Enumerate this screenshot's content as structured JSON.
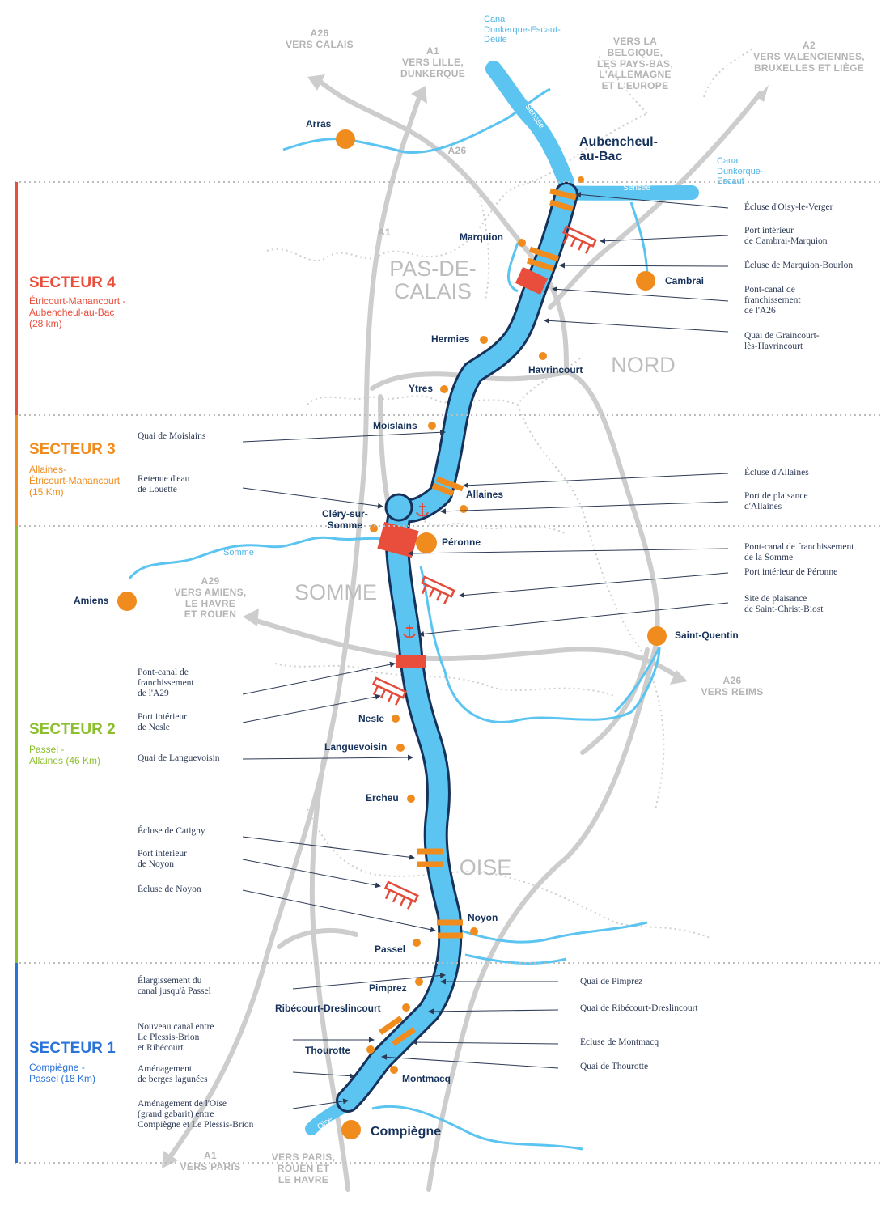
{
  "colors": {
    "canal": "#5bc4f1",
    "canal_outline": "#16325b",
    "road": "#c8c8c8",
    "town": "#f08c1e",
    "port": "#e34b3b",
    "secteur4": "#e94e3c",
    "secteur3": "#f08c1e",
    "secteur2": "#8cbf2e",
    "secteur1": "#2a73d9"
  },
  "sectors": [
    {
      "title": "SECTEUR 4",
      "subtitle": "Étricourt-Manancourt -\nAubencheul-au-Bac\n(28 km)",
      "color": "#e94e3c"
    },
    {
      "title": "SECTEUR 3",
      "subtitle": "Allaines-\nÉtricourt-Manancourt\n(15 Km)",
      "color": "#f08c1e"
    },
    {
      "title": "SECTEUR 2",
      "subtitle": "Passel -\nAllaines (46 Km)",
      "color": "#8cbf2e"
    },
    {
      "title": "SECTEUR 1",
      "subtitle": "Compiègne -\nPassel (18 Km)",
      "color": "#2a73d9"
    }
  ],
  "road_labels": {
    "a26_calais": "A26\nVERS CALAIS",
    "a1_lille": "A1\nVERS LILLE,\nDUNKERQUE",
    "belgique": "VERS LA\nBELGIQUE,\nLES PAYS-BAS,\nL'ALLEMAGNE\nET L'EUROPE",
    "a2_valenciennes": "A2\nVERS VALENCIENNES,\nBRUXELLES ET LIÈGE",
    "a26_mid": "A26",
    "a1_mid": "A1",
    "a29_amiens": "A29\nVERS AMIENS,\nLE HAVRE\nET ROUEN",
    "a26_reims": "A26\nVERS REIMS",
    "a1_paris": "A1\nVERS PARIS",
    "vers_paris_rouen": "VERS PARIS,\nROUEN ET\nLE HAVRE"
  },
  "departments": {
    "pas_de_calais": "PAS-DE-\nCALAIS",
    "nord": "NORD",
    "somme": "SOMME",
    "oise": "OISE"
  },
  "waterways": {
    "canal_dunkerque_deule": "Canal\nDunkerque-Escaut-\nDeûle",
    "canal_dunkerque_escaut": "Canal\nDunkerque-\nEscaut",
    "sensee_1": "Sensée",
    "sensee_2": "Sensée",
    "somme": "Somme",
    "oise": "Oise"
  },
  "towns": {
    "arras": "Arras",
    "aubencheul": "Aubencheul-\nau-Bac",
    "marquion": "Marquion",
    "cambrai": "Cambrai",
    "hermies": "Hermies",
    "havrincourt": "Havrincourt",
    "ytres": "Ytres",
    "moislains": "Moislains",
    "allaines": "Allaines",
    "clery": "Cléry-sur-\nSomme",
    "peronne": "Péronne",
    "amiens": "Amiens",
    "saint_quentin": "Saint-Quentin",
    "nesle": "Nesle",
    "languevoisin": "Languevoisin",
    "ercheu": "Ercheu",
    "noyon": "Noyon",
    "passel": "Passel",
    "pimprez": "Pimprez",
    "ribecourt": "Ribécourt-Dreslincourt",
    "thourotte": "Thourotte",
    "montmacq": "Montmacq",
    "compiegne": "Compiègne"
  },
  "callouts_right": {
    "ecluse_oisy": "Écluse d'Oisy-le-Verger",
    "port_cambrai": "Port intérieur\nde Cambrai-Marquion",
    "ecluse_marquion": "Écluse de Marquion-Bourlon",
    "pont_a26": "Pont-canal de\nfranchissement\nde l'A26",
    "quai_graincourt": "Quai de Graincourt-\nlès-Havrincourt",
    "ecluse_allaines": "Écluse d'Allaines",
    "port_allaines": "Port de plaisance\nd'Allaines",
    "pont_somme": "Pont-canal de franchissement\nde la Somme",
    "port_peronne": "Port intérieur de Péronne",
    "site_saint_christ": "Site de plaisance\nde Saint-Christ-Biost",
    "quai_pimprez": "Quai de Pimprez",
    "quai_ribecourt": "Quai de Ribécourt-Dreslincourt",
    "ecluse_montmacq": "Écluse de Montmacq",
    "quai_thourotte": "Quai de Thourotte"
  },
  "callouts_left": {
    "quai_moislains": "Quai de Moislains",
    "retenue_louette": "Retenue d'eau\nde Louette",
    "pont_a29": "Pont-canal de\nfranchissement\nde l'A29",
    "port_nesle": "Port intérieur\nde Nesle",
    "quai_languevoisin": "Quai de Languevoisin",
    "ecluse_catigny": "Écluse de Catigny",
    "port_noyon": "Port intérieur\nde Noyon",
    "ecluse_noyon": "Écluse de Noyon",
    "elargissement": "Élargissement du\ncanal jusqu'à Passel",
    "nouveau_canal": "Nouveau canal entre\nLe Plessis-Brion\net Ribécourt",
    "amenagement_berges": "Aménagement\nde berges lagunées",
    "amenagement_oise": "Aménagement de l'Oise\n(grand gabarit) entre\nCompiègne et Le Plessis-Brion"
  }
}
